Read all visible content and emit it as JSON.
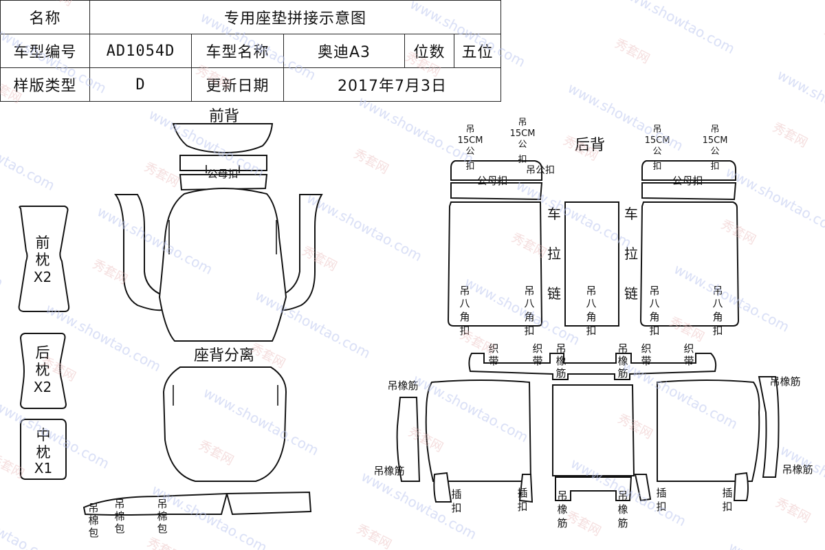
{
  "header": {
    "name_label": "名称",
    "name_value": "专用座垫拼接示意图",
    "model_code_label": "车型编号",
    "model_code_value": "AD1054D",
    "model_name_label": "车型名称",
    "model_name_value": "奥迪A3",
    "seats_label": "位数",
    "seats_value": "五位",
    "template_type_label": "样版类型",
    "template_type_value": "D",
    "update_date_label": "更新日期",
    "update_date_value": "2017年7月3日"
  },
  "watermark": {
    "site": "www.showtao.com",
    "brand": "秀套网"
  },
  "diagram": {
    "front_back_title": "前背",
    "seat_back_separate_title": "座背分离",
    "rear_back_title": "后背",
    "male_female_buckle": "公母扣",
    "front_pillow": "前枕X2",
    "rear_pillow": "后枕X2",
    "mid_pillow": "中枕X1",
    "hang_15cm_buckle": "吊15CM公扣",
    "hang_male_buckle": "吊公扣",
    "car_zipper": "车拉链",
    "hang_octagon_buckle": "吊八角扣",
    "woven_strap": "织带",
    "hang_elastic": "吊橡筋",
    "insert_buckle": "插扣",
    "hang_cotton_bag": "吊棉包"
  }
}
